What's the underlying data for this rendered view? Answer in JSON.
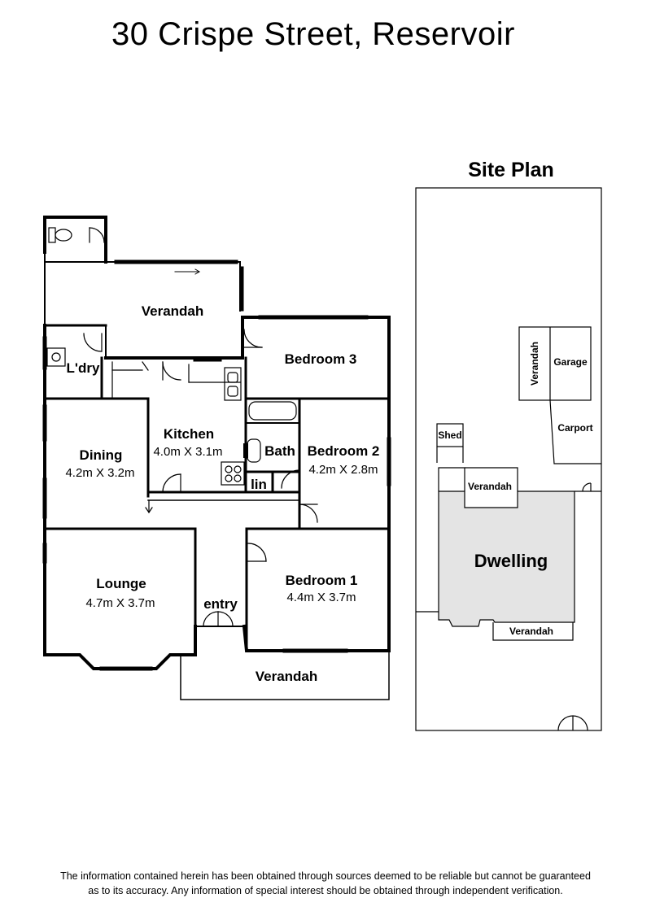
{
  "title": "30 Crispe Street, Reservoir",
  "floor_plan": {
    "rooms": {
      "verandah_rear": {
        "name": "Verandah"
      },
      "laundry": {
        "name": "L'dry"
      },
      "bedroom3": {
        "name": "Bedroom 3"
      },
      "kitchen": {
        "name": "Kitchen",
        "size": "4.0m X 3.1m"
      },
      "dining": {
        "name": "Dining",
        "size": "4.2m X 3.2m"
      },
      "bath": {
        "name": "Bath"
      },
      "linen": {
        "name": "lin"
      },
      "bedroom2": {
        "name": "Bedroom 2",
        "size": "4.2m X 2.8m"
      },
      "lounge": {
        "name": "Lounge",
        "size": "4.7m X 3.7m"
      },
      "entry": {
        "name": "entry"
      },
      "bedroom1": {
        "name": "Bedroom 1",
        "size": "4.4m X 3.7m"
      },
      "verandah_front": {
        "name": "Verandah"
      }
    }
  },
  "site_plan": {
    "title": "Site Plan",
    "labels": {
      "garage": "Garage",
      "garage_verandah": "Verandah",
      "carport": "Carport",
      "shed": "Shed",
      "verandah_top": "Verandah",
      "dwelling": "Dwelling",
      "verandah_bottom": "Verandah"
    },
    "colors": {
      "dwelling_fill": "#e4e4e4"
    }
  },
  "disclaimer": {
    "line1": "The information contained herein has been obtained through sources deemed to be reliable but cannot be guaranteed",
    "line2": "as to its accuracy.  Any information of special interest should be obtained through independent verification."
  }
}
